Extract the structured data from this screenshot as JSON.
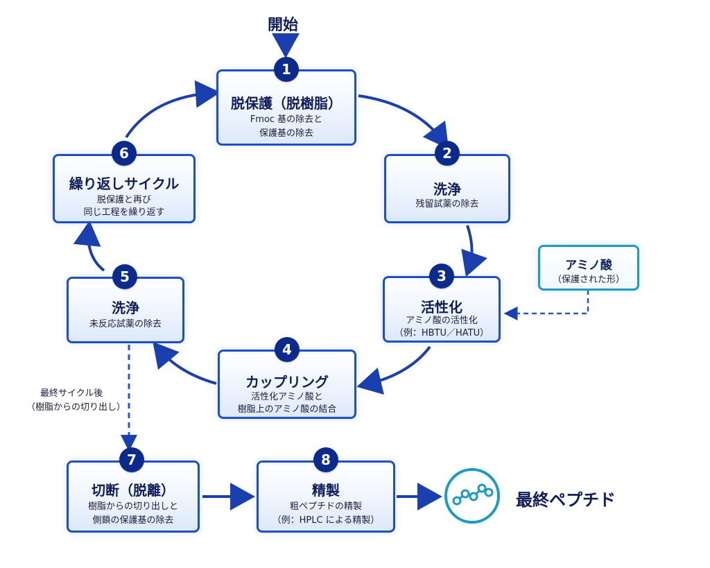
{
  "start_label": "開始",
  "steps": [
    {
      "num": "1",
      "title": "脱保護（脱樹脂）",
      "desc": [
        "Fmoc 基の除去と",
        "保護基の除去"
      ]
    },
    {
      "num": "2",
      "title": "洗浄",
      "desc": [
        "残留試薬の除去"
      ]
    },
    {
      "num": "3",
      "title": "活性化",
      "desc": [
        "アミノ酸の活性化",
        "（例：HBTU／HATU）"
      ]
    },
    {
      "num": "4",
      "title": "カップリング",
      "desc": [
        "活性化アミノ酸と",
        "樹脂上のアミノ酸の結合"
      ]
    },
    {
      "num": "5",
      "title": "洗浄",
      "desc": [
        "未反応試薬の除去"
      ]
    },
    {
      "num": "6",
      "title": "繰り返しサイクル",
      "desc": [
        "脱保護と再び",
        "同じ工程を繰り返す"
      ]
    },
    {
      "num": "7",
      "title": "切断（脱離）",
      "desc": [
        "樹脂からの切り出しと",
        "側鎖の保護基の除去"
      ]
    },
    {
      "num": "8",
      "title": "精製",
      "desc": [
        "粗ペプチドの精製",
        "（例：HPLC による精製）"
      ]
    }
  ],
  "amino_input": {
    "title": "アミノ酸",
    "desc": "（保護された形）"
  },
  "final_cycle_note": [
    "最終サイクル後",
    "（樹脂からの切り出し）"
  ],
  "final_product": "最終ペプチド",
  "colors": {
    "primary": "#1f4fc4",
    "badge": "#0c2a8c",
    "teal": "#1b9bbf",
    "arrow": "#1a3fae"
  },
  "icons": {
    "final": "peptide-chain-icon"
  }
}
